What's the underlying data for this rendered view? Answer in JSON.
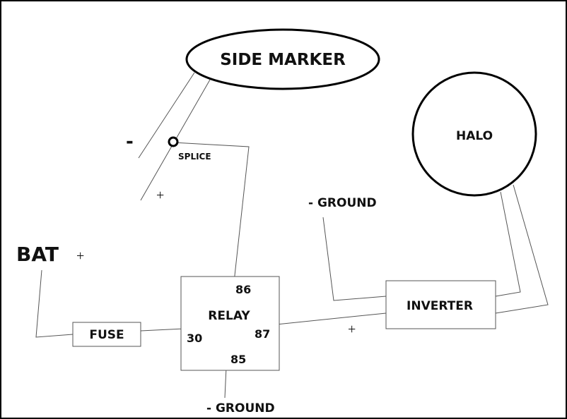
{
  "diagram": {
    "title": "Halo and side marker relay wiring",
    "components": {
      "side_marker": "SIDE MARKER",
      "halo": "HALO",
      "relay": "RELAY",
      "fuse": "FUSE",
      "inverter": "INVERTER",
      "battery": "BAT"
    },
    "relay_pins": {
      "pin86": "86",
      "pin30": "30",
      "pin87": "87",
      "pin85": "85"
    },
    "labels": {
      "splice": "SPLICE",
      "ground_inverter": "- GROUND",
      "ground_relay": "- GROUND",
      "side_marker_negative": "-",
      "side_marker_positive": "+",
      "battery_positive": "+",
      "inverter_positive": "+"
    },
    "colors": {
      "line": "#555555",
      "outline": "#000000",
      "text": "#111111",
      "background": "#ffffff"
    }
  }
}
